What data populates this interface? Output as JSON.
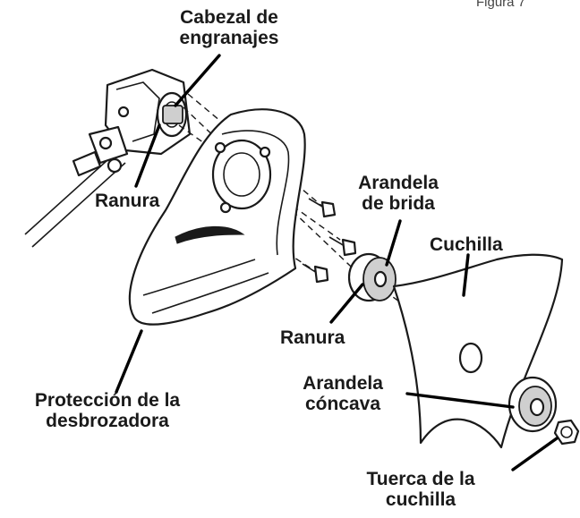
{
  "figure_ref": "Figura 7",
  "labels": {
    "gear_head_line1": "Cabezal de",
    "gear_head_line2": "engranajes",
    "slot_left": "Ranura",
    "flange_washer_line1": "Arandela",
    "flange_washer_line2": "de brida",
    "blade": "Cuchilla",
    "slot_right": "Ranura",
    "cupped_washer_line1": "Arandela",
    "cupped_washer_line2": "cóncava",
    "guard_line1": "Protección de la",
    "guard_line2": "desbrozadora",
    "blade_nut_line1": "Tuerca de la",
    "blade_nut_line2": "cuchilla"
  },
  "colors": {
    "ink": "#1a1a1a",
    "paper": "#ffffff",
    "washer_fill": "#cfcfcf"
  }
}
